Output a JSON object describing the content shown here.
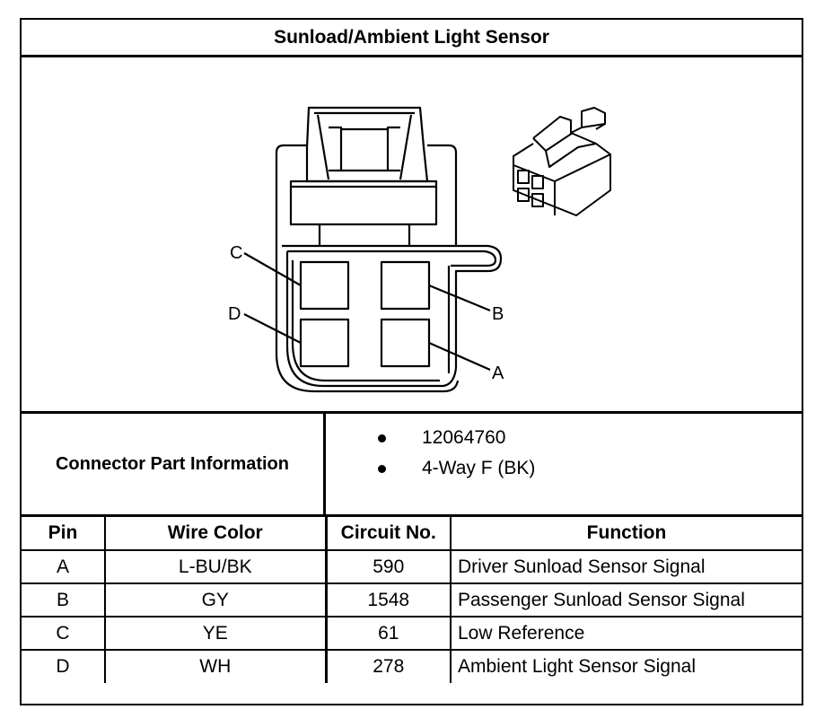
{
  "title": "Sunload/Ambient Light Sensor",
  "diagram": {
    "pin_labels": [
      "C",
      "D",
      "B",
      "A"
    ]
  },
  "part_info": {
    "label": "Connector Part Information",
    "items": [
      "12064760",
      "4-Way F (BK)"
    ]
  },
  "table": {
    "headers": [
      "Pin",
      "Wire Color",
      "Circuit No.",
      "Function"
    ],
    "rows": [
      {
        "pin": "A",
        "wire": "L-BU/BK",
        "circuit": "590",
        "function": "Driver Sunload Sensor Signal"
      },
      {
        "pin": "B",
        "wire": "GY",
        "circuit": "1548",
        "function": "Passenger Sunload Sensor Signal"
      },
      {
        "pin": "C",
        "wire": "YE",
        "circuit": "61",
        "function": "Low Reference"
      },
      {
        "pin": "D",
        "wire": "WH",
        "circuit": "278",
        "function": "Ambient Light Sensor Signal"
      }
    ]
  }
}
